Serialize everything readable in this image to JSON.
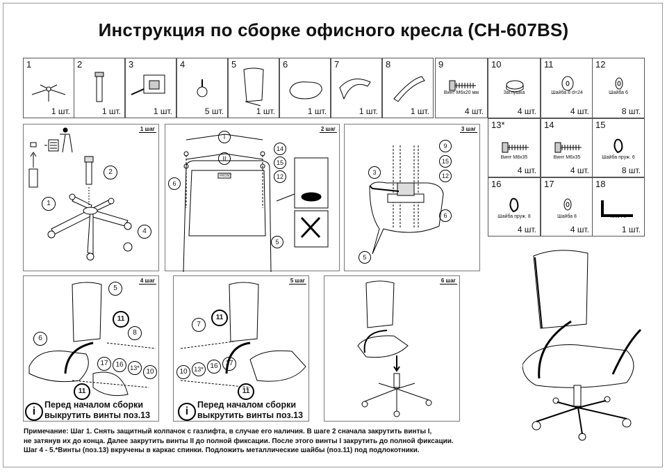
{
  "title": "Инструкция по сборке офисного кресла (CH-607BS)",
  "parts": [
    {
      "num": "1",
      "qty": "1 шт.",
      "label": "",
      "icon": "star-base-icon"
    },
    {
      "num": "2",
      "qty": "1 шт.",
      "label": "",
      "icon": "gas-lift-icon"
    },
    {
      "num": "3",
      "qty": "1 шт.",
      "label": "",
      "icon": "mechanism-icon"
    },
    {
      "num": "4",
      "qty": "5 шт.",
      "label": "",
      "icon": "caster-icon"
    },
    {
      "num": "5",
      "qty": "1 шт.",
      "label": "",
      "icon": "backrest-icon"
    },
    {
      "num": "6",
      "qty": "1 шт.",
      "label": "",
      "icon": "seat-icon"
    },
    {
      "num": "7",
      "qty": "1 шт.",
      "label": "",
      "icon": "armrest-left-icon"
    },
    {
      "num": "8",
      "qty": "1 шт.",
      "label": "",
      "icon": "armrest-right-icon"
    },
    {
      "num": "9",
      "qty": "4 шт.",
      "label": "Винт М6х20 мм",
      "icon": "screw-icon"
    },
    {
      "num": "10",
      "qty": "4 шт.",
      "label": "Заглушка",
      "icon": "cap-icon"
    },
    {
      "num": "11",
      "qty": "4 шт.",
      "label": "Шайба 8 d=24",
      "icon": "washer-large-icon"
    },
    {
      "num": "12",
      "qty": "8 шт.",
      "label": "Шайба 6",
      "icon": "washer-icon"
    },
    {
      "num": "13*",
      "qty": "4 шт.",
      "label": "Винт М8х35",
      "icon": "screw-icon"
    },
    {
      "num": "14",
      "qty": "4 шт.",
      "label": "Винт М6х35",
      "icon": "screw-icon"
    },
    {
      "num": "15",
      "qty": "8 шт.",
      "label": "Шайба пруж. 6",
      "icon": "spring-washer-icon"
    },
    {
      "num": "16",
      "qty": "4 шт.",
      "label": "Шайба пруж. 8",
      "icon": "spring-washer-icon"
    },
    {
      "num": "17",
      "qty": "4 шт.",
      "label": "Шайба 8",
      "icon": "washer-icon"
    },
    {
      "num": "18",
      "qty": "1 шт.",
      "label": "Ключ 6",
      "icon": "hex-key-icon"
    }
  ],
  "steps": [
    {
      "tag": "1 шаг"
    },
    {
      "tag": "2 шаг"
    },
    {
      "tag": "3 шаг"
    },
    {
      "tag": "4 шаг"
    },
    {
      "tag": "5 шаг"
    },
    {
      "tag": "6 шаг"
    }
  ],
  "callouts": {
    "step1": [
      "1",
      "2",
      "4"
    ],
    "step2": [
      "I",
      "II",
      "14",
      "15",
      "12",
      "6",
      "5"
    ],
    "step3": [
      "9",
      "15",
      "12",
      "3",
      "6",
      "5"
    ],
    "step4": [
      "5",
      "11",
      "8",
      "6",
      "17",
      "16",
      "13*",
      "10",
      "11"
    ],
    "step5": [
      "7",
      "11",
      "10",
      "13*",
      "16",
      "17",
      "11"
    ]
  },
  "front_label": "FRONT",
  "warning": {
    "icon": "i",
    "line1": "Перед началом сборки",
    "line2": "выкрутить винты поз.13"
  },
  "note": {
    "line1": "Примечание: Шаг 1. Снять защитный колпачок с газлифта, в случае его наличия. В шаге 2 сначала закрутить винты I,",
    "line2": "не затянув их до конца. Далее закрутить винты II до полной фиксации. После этого винты I закрутить до полной фиксации.",
    "line3": "Шаг 4 - 5.*Винты (поз.13) вкручены в каркас спинки. Подложить металлические шайбы (поз.11) под подлокотники."
  }
}
